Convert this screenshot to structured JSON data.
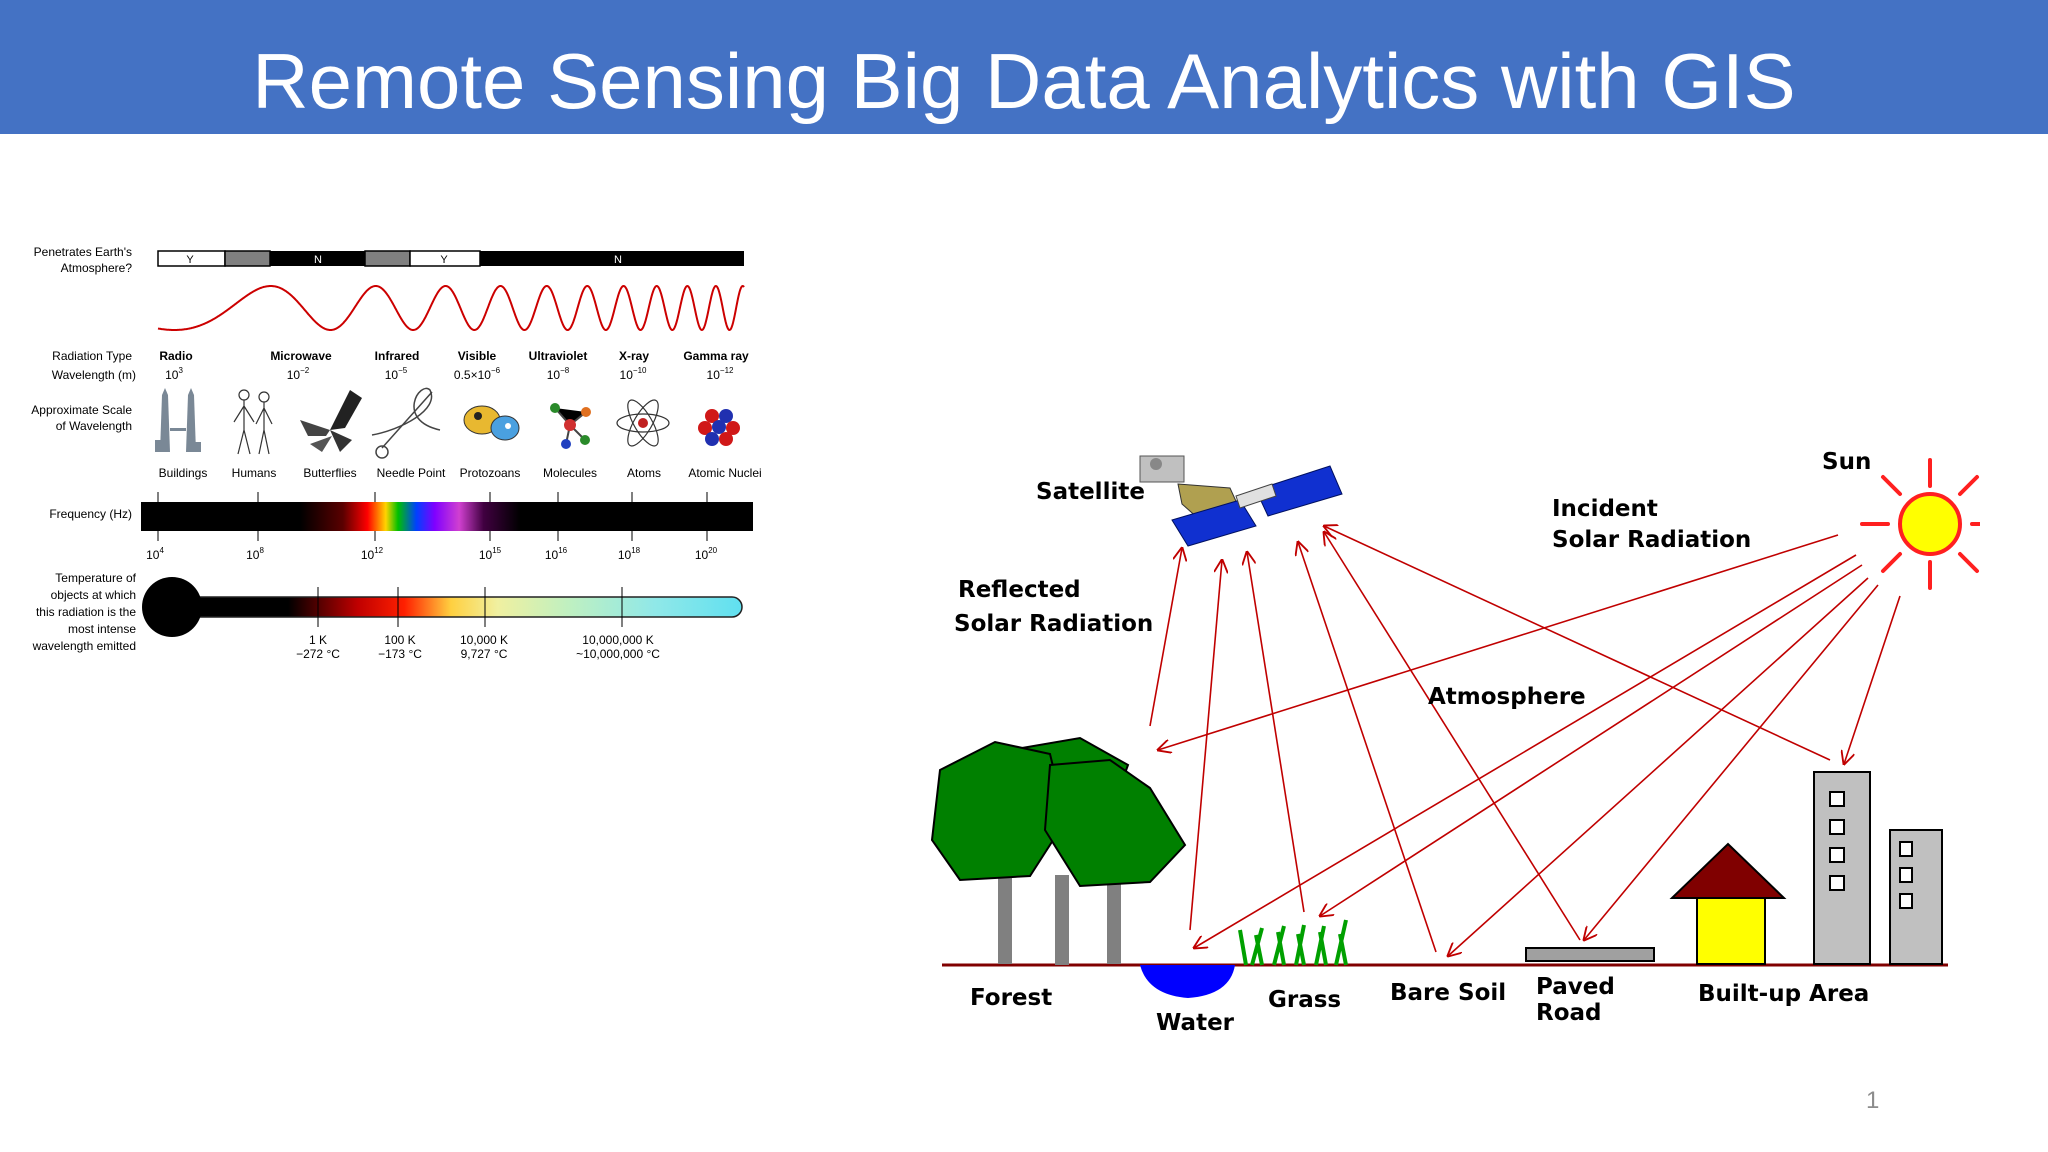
{
  "slide": {
    "title": "Remote Sensing Big Data Analytics with GIS",
    "page_number": "1",
    "colors": {
      "header": "#4472c4",
      "title_text": "#ffffff",
      "beam": "#c00000",
      "foliage": "#008000",
      "sun": "#ffff00"
    }
  },
  "spectrum": {
    "penetrates_label": [
      "Penetrates Earth's",
      "Atmosphere?"
    ],
    "penetration_bar": [
      {
        "text": "Y",
        "shade": "white"
      },
      {
        "text": "",
        "shade": "gray"
      },
      {
        "text": "N",
        "shade": "black"
      },
      {
        "text": "",
        "shade": "gray"
      },
      {
        "text": "Y",
        "shade": "white"
      },
      {
        "text": "N",
        "shade": "black"
      }
    ],
    "radiation_type_label": "Radiation Type",
    "wavelength_label": "Wavelength (m)",
    "bands": [
      {
        "name": "Radio",
        "wl_base": "10",
        "wl_exp": "3"
      },
      {
        "name": "Microwave",
        "wl_base": "10",
        "wl_exp": "−2"
      },
      {
        "name": "Infrared",
        "wl_base": "10",
        "wl_exp": "−5"
      },
      {
        "name": "Visible",
        "wl_base": "0.5×10",
        "wl_exp": "−6"
      },
      {
        "name": "Ultraviolet",
        "wl_base": "10",
        "wl_exp": "−8"
      },
      {
        "name": "X-ray",
        "wl_base": "10",
        "wl_exp": "−10"
      },
      {
        "name": "Gamma ray",
        "wl_base": "10",
        "wl_exp": "−12"
      }
    ],
    "scale_label": [
      "Approximate Scale",
      "of Wavelength"
    ],
    "scale_items": [
      "Buildings",
      "Humans",
      "Butterflies",
      "Needle Point",
      "Protozoans",
      "Molecules",
      "Atoms",
      "Atomic Nuclei"
    ],
    "frequency_label": "Frequency (Hz)",
    "frequency_ticks": [
      {
        "base": "10",
        "exp": "4"
      },
      {
        "base": "10",
        "exp": "8"
      },
      {
        "base": "10",
        "exp": "12"
      },
      {
        "base": "10",
        "exp": "15"
      },
      {
        "base": "10",
        "exp": "16"
      },
      {
        "base": "10",
        "exp": "18"
      },
      {
        "base": "10",
        "exp": "20"
      }
    ],
    "temperature_label": [
      "Temperature of",
      "objects at which",
      "this radiation is the",
      "most intense",
      "wavelength emitted"
    ],
    "temperature_ticks": [
      {
        "k": "1 K",
        "c": "−272 °C"
      },
      {
        "k": "100 K",
        "c": "−173 °C"
      },
      {
        "k": "10,000 K",
        "c": "9,727 °C"
      },
      {
        "k": "10,000,000 K",
        "c": "~10,000,000 °C"
      }
    ]
  },
  "remote_sensing": {
    "satellite": "Satellite",
    "sun": "Sun",
    "incident": [
      "Incident",
      "Solar Radiation"
    ],
    "reflected": [
      "Reflected",
      "Solar Radiation"
    ],
    "atmosphere": "Atmosphere",
    "surfaces": {
      "forest": "Forest",
      "water": "Water",
      "grass": "Grass",
      "bare_soil": "Bare Soil",
      "paved_road": [
        "Paved",
        "Road"
      ],
      "built_up": "Built-up Area"
    }
  }
}
